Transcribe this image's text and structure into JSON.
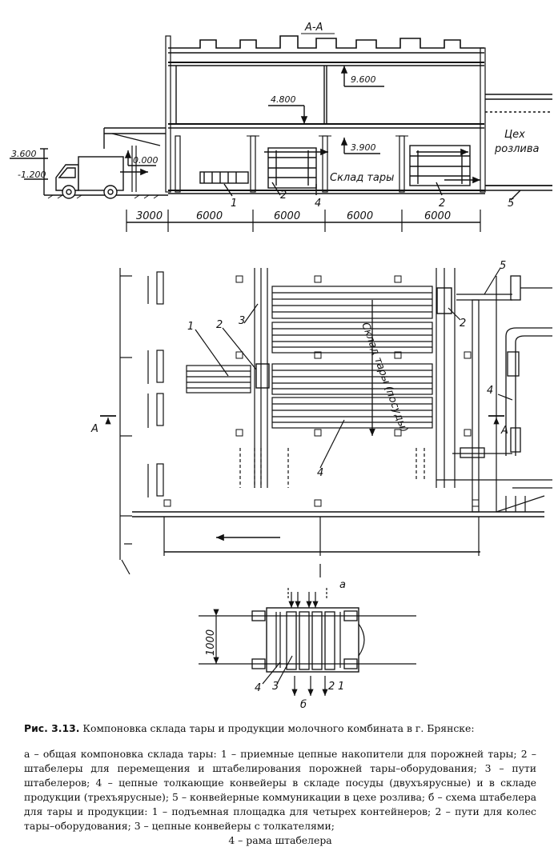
{
  "section": {
    "title": "А-А",
    "elev_9600": "9.600",
    "elev_4800": "4.800",
    "elev_3900": "3.900",
    "elev_3600": "3.600",
    "elev_1200": "-1.200",
    "elev_0000": "0.000",
    "shop_line1": "Цех",
    "shop_line2": "розлива",
    "warehouse_label": "Склад тары",
    "marks": [
      "1",
      "2",
      "4",
      "2",
      "5"
    ],
    "dims": [
      "3000",
      "6000",
      "6000",
      "6000",
      "6000"
    ]
  },
  "plan": {
    "warehouse_label": "Склад тары (посуды)",
    "section_mark": "А",
    "marks": [
      "1",
      "2",
      "3",
      "5",
      "2",
      "4",
      "4"
    ],
    "sublabel": "а"
  },
  "detail": {
    "dim": "1000",
    "marks": [
      "4",
      "3",
      "2",
      "1"
    ],
    "sublabel": "б"
  },
  "caption": {
    "fig_num": "Рис. 3.13.",
    "title": "Компоновка склада тары и продукции молочного комбината в г. Брянске:",
    "body": "а – общая компоновка склада тары: 1 – приемные цепные накопители для порожней тары; 2 – штабелеры для перемещения и штабелирования порожней тары–оборудования; 3 – пути штабелеров; 4 – цепные толкающие конвейеры в складе посуды (двухъярусные) и в складе продукции (трехъярусные); 5 – конвейерные коммуникации в цехе розлива; б – схема штабелера для тары и продукции: 1 – подъемная площадка для четырех контейнеров; 2 – пути для колес тары–оборудования; 3 – цепные конвейеры с толкателями;",
    "last": "4 – рама штабелера"
  }
}
